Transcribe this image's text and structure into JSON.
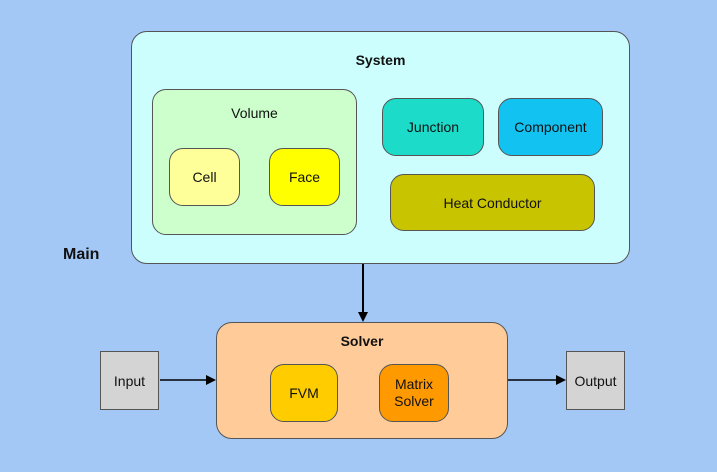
{
  "diagram": {
    "main_label": "Main",
    "system": {
      "title": "System",
      "volume": {
        "title": "Volume",
        "cell": "Cell",
        "face": "Face"
      },
      "junction": "Junction",
      "component": "Component",
      "heat_conductor": "Heat Conductor"
    },
    "solver": {
      "title": "Solver",
      "fvm": "FVM",
      "matrix_solver": "Matrix\nSolver"
    },
    "input": "Input",
    "output": "Output"
  },
  "colors": {
    "background": "#a3c8f5",
    "system": "#ccfefe",
    "volume": "#ccffcc",
    "cell": "#ffff99",
    "face": "#ffff00",
    "junction": "#1cdbc9",
    "component": "#12c2f0",
    "heat_conductor": "#c9c400",
    "solver": "#ffcc99",
    "fvm": "#ffcc00",
    "matrix_solver": "#ff9900",
    "io_box": "#d4d4d4"
  }
}
